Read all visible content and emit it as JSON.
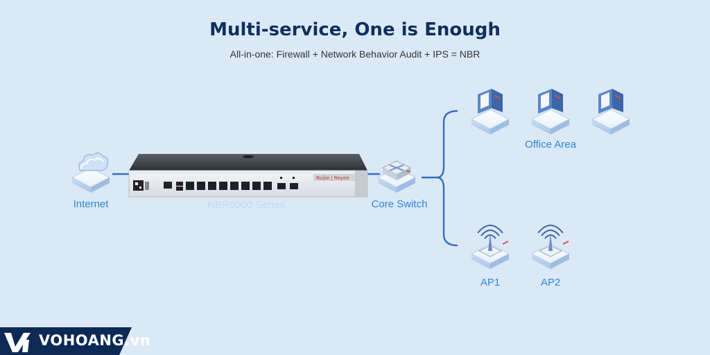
{
  "header": {
    "title": "Multi-service, One is Enough",
    "subtitle": "All-in-one: Firewall + Network Behavior Audit + IPS = NBR"
  },
  "nodes": {
    "internet": "Internet",
    "device": "NBR6000 Series",
    "core_switch": "Core Switch",
    "office_area": "Office Area",
    "ap1": "AP1",
    "ap2": "AP2"
  },
  "device_brand": "Ruijie | Reyee",
  "watermark": {
    "text": "VOHOANG.vn"
  },
  "colors": {
    "background": "#dbe9f7",
    "title": "#0f2f5c",
    "label": "#2f86d6",
    "link": "#2f6fc0",
    "badge": "#0d2a57"
  }
}
